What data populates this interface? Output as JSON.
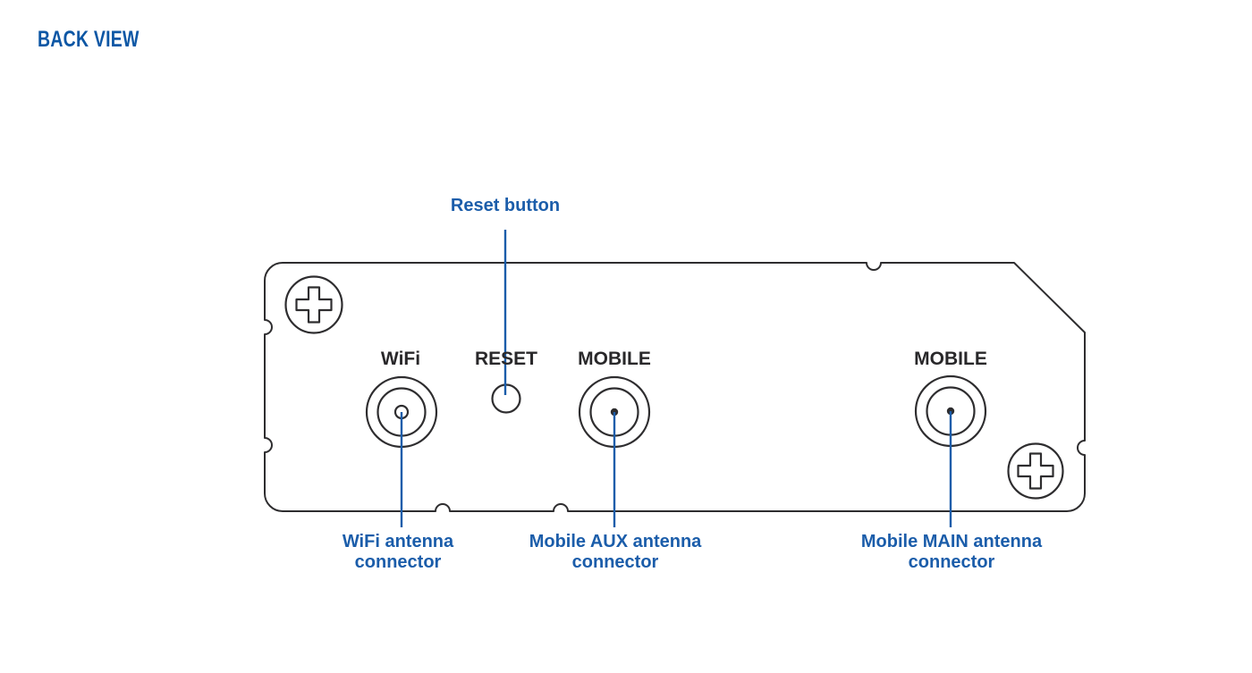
{
  "colors": {
    "background": "#ffffff",
    "title-blue": "#0d57a5",
    "accent-blue": "#1b5daa",
    "outline": "#2e2d2f",
    "label-dark": "#29282a"
  },
  "header": {
    "title": "BACK VIEW"
  },
  "panel": {
    "port_labels": {
      "wifi": "WiFi",
      "reset": "RESET",
      "mobile_aux": "MOBILE",
      "mobile_main": "MOBILE"
    }
  },
  "callouts": {
    "reset": "Reset button",
    "wifi": "WiFi antenna\nconnector",
    "mobile_aux": "Mobile AUX antenna\nconnector",
    "mobile_main": "Mobile MAIN antenna\nconnector"
  },
  "icons": [
    "phillips-screw-icon",
    "wifi-antenna-connector-icon",
    "reset-button-icon",
    "mobile-aux-antenna-connector-icon",
    "mobile-main-antenna-connector-icon"
  ]
}
